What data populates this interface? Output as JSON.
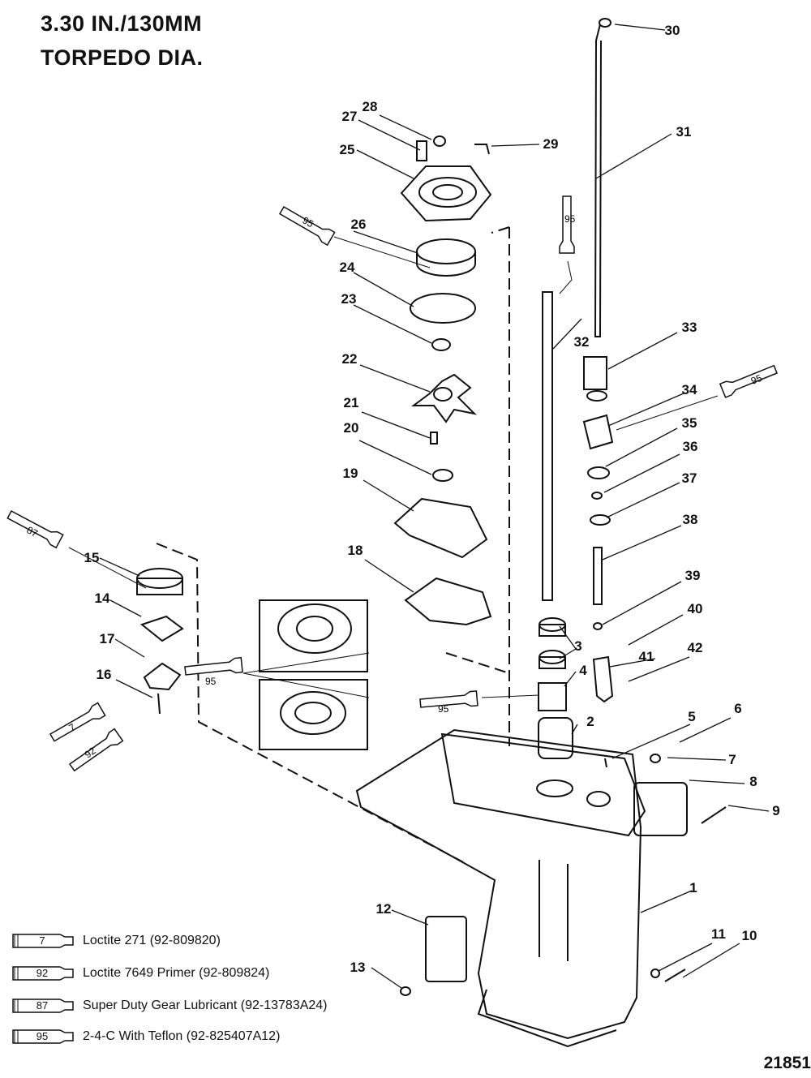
{
  "title": {
    "line1": "3.30 IN./130MM",
    "line2": "TORPEDO DIA."
  },
  "part_labels": [
    "1",
    "2",
    "3",
    "4",
    "5",
    "6",
    "7",
    "8",
    "9",
    "10",
    "11",
    "12",
    "13",
    "14",
    "15",
    "16",
    "17",
    "18",
    "19",
    "20",
    "21",
    "22",
    "23",
    "24",
    "25",
    "26",
    "27",
    "28",
    "29",
    "30",
    "31",
    "32",
    "33",
    "34",
    "35",
    "36",
    "37",
    "38",
    "39",
    "40",
    "41",
    "42"
  ],
  "tube_tags": [
    "95",
    "95",
    "95",
    "87",
    "95",
    "95",
    "7",
    "92"
  ],
  "legend": [
    {
      "number": "7",
      "text": "Loctite 271 (92-809820)"
    },
    {
      "number": "92",
      "text": "Loctite 7649 Primer (92-809824)"
    },
    {
      "number": "87",
      "text": "Super Duty Gear Lubricant (92-13783A24)"
    },
    {
      "number": "95",
      "text": "2-4-C  With Teflon (92-825407A12)"
    }
  ],
  "drawing_code": "21851"
}
